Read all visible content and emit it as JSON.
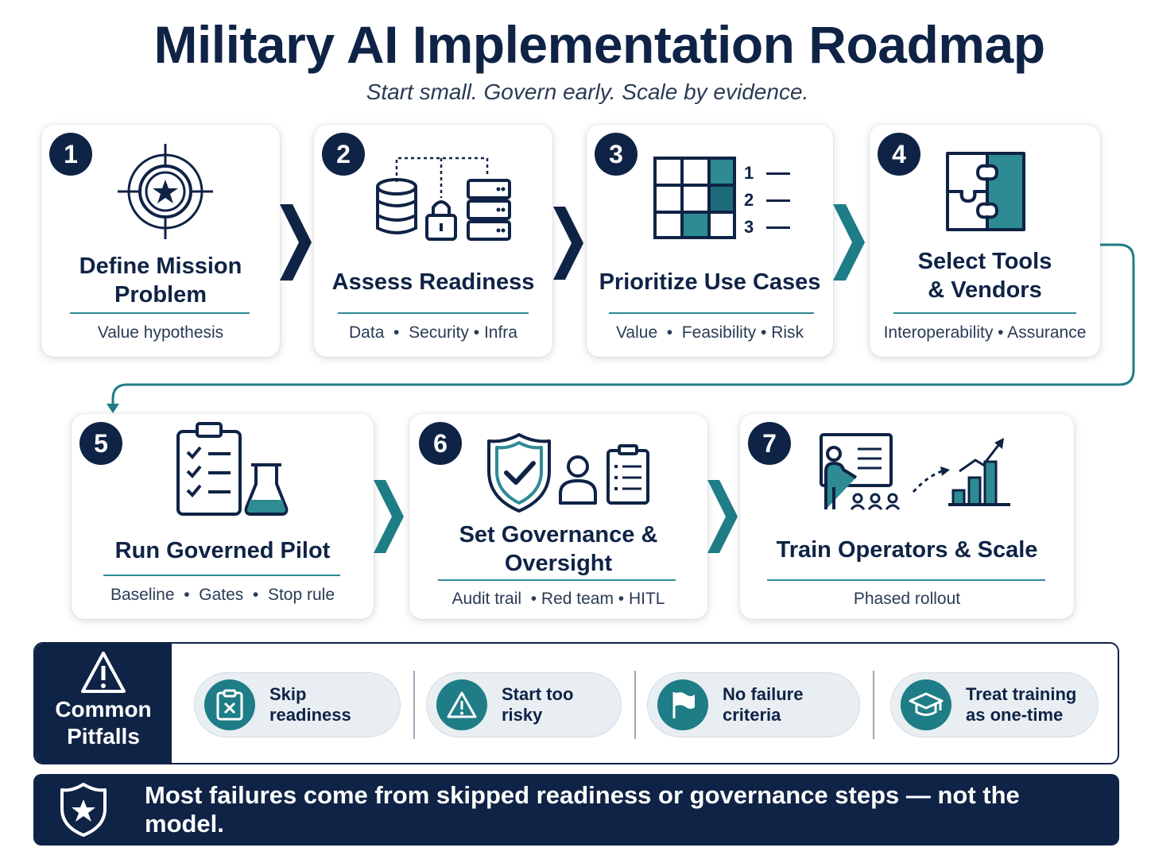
{
  "title": "Military AI Implementation Roadmap",
  "subtitle": "Start small. Govern early. Scale by evidence.",
  "steps": [
    {
      "number": "1",
      "title": "Define Mission Problem",
      "subtitle": "Value hypothesis",
      "icon": "target-icon"
    },
    {
      "number": "2",
      "title": "Assess Readiness",
      "subtitle": "Data  •  Security • Infra",
      "icon": "data-security-infra-icon"
    },
    {
      "number": "3",
      "title": "Prioritize Use Cases",
      "subtitle": "Value  •  Feasibility • Risk",
      "icon": "priority-matrix-icon",
      "rank_labels": [
        "1",
        "2",
        "3"
      ]
    },
    {
      "number": "4",
      "title": "Select Tools & Vendors",
      "subtitle": "Interoperability • Assurance",
      "icon": "puzzle-icon"
    },
    {
      "number": "5",
      "title": "Run Governed Pilot",
      "subtitle": "Baseline  •  Gates  •  Stop rule",
      "icon": "checklist-flask-icon"
    },
    {
      "number": "6",
      "title": "Set Governance & Oversight",
      "subtitle": "Audit trail  • Red team • HITL",
      "icon": "shield-check-icon"
    },
    {
      "number": "7",
      "title": "Train Operators & Scale",
      "subtitle": "Phased rollout",
      "icon": "training-growth-icon"
    }
  ],
  "pitfalls": {
    "heading": "Common Pitfalls",
    "items": [
      {
        "label": "Skip readiness",
        "icon": "clipboard-x-icon"
      },
      {
        "label": "Start too risky",
        "icon": "warning-icon"
      },
      {
        "label": "No failure criteria",
        "icon": "flag-icon"
      },
      {
        "label": "Treat training as one-time",
        "icon": "graduation-cap-icon"
      }
    ]
  },
  "banner": {
    "text": "Most failures come from skipped readiness or governance steps — not the model.",
    "icon": "shield-star-icon"
  },
  "colors": {
    "navy": "#0f2346",
    "teal": "#1e7d86",
    "teal_light": "#2e8b94",
    "pill_bg": "#e8eef2"
  }
}
